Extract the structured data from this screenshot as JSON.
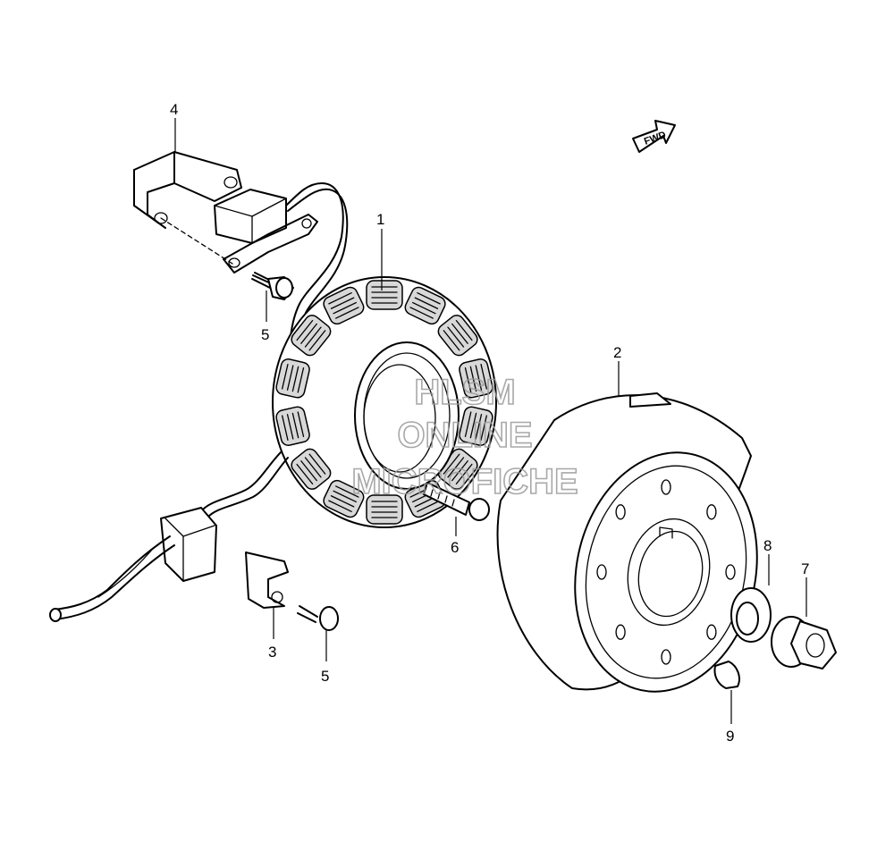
{
  "diagram": {
    "callouts": [
      {
        "id": "c1",
        "label": "1"
      },
      {
        "id": "c2",
        "label": "2"
      },
      {
        "id": "c3",
        "label": "3"
      },
      {
        "id": "c4",
        "label": "4"
      },
      {
        "id": "c5a",
        "label": "5"
      },
      {
        "id": "c5b",
        "label": "5"
      },
      {
        "id": "c6",
        "label": "6"
      },
      {
        "id": "c7",
        "label": "7"
      },
      {
        "id": "c8",
        "label": "8"
      },
      {
        "id": "c9",
        "label": "9"
      }
    ],
    "fwd_arrow_label": "FWD",
    "watermark": {
      "line1": "HLSM",
      "line2": "ONLINE",
      "line3": "MICROFICHE"
    }
  }
}
